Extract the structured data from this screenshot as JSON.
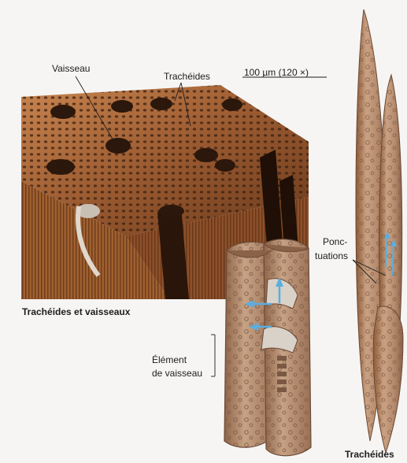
{
  "labels": {
    "vaisseau": "Vaisseau",
    "tracheides_top": "Trachéides",
    "scale": "100 µm (120 ×)",
    "caption_left": "Trachéides et vaisseaux",
    "element_line1": "Élément",
    "element_line2": "de vaisseau",
    "ponct_line1": "Ponc-",
    "ponct_line2": "tuations",
    "caption_right": "Trachéides"
  },
  "colors": {
    "background": "#f6f5f4",
    "micrograph_dark": "#3a1f10",
    "micrograph_wall": "#b8703f",
    "cell_tan": "#b58a6c",
    "cell_outline": "#6b4a36",
    "arrow_blue": "#5aaee0"
  }
}
